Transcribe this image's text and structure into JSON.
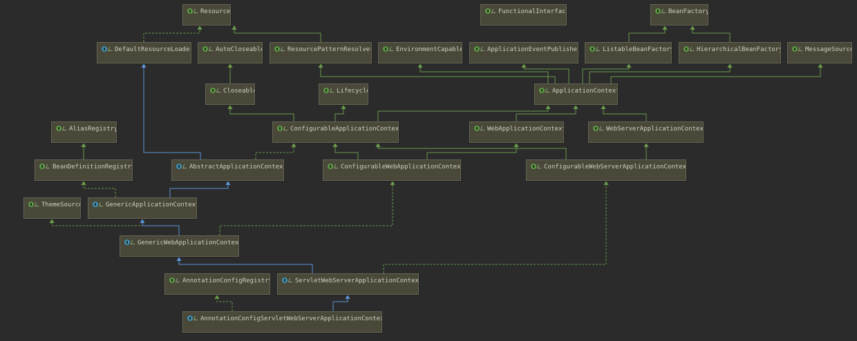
{
  "colors": {
    "background": "#2b2b2b",
    "node_fill": "#4a4839",
    "node_border": "#666556",
    "interface_icon": "#5d9a45",
    "class_icon": "#3f8fb5",
    "implements_edge": "#6a9b4a",
    "extends_edge": "#5b94d6"
  },
  "nodes": [
    {
      "id": "ResourceLoader",
      "label": "ResourceLoader",
      "kind": "interface"
    },
    {
      "id": "FunctionalInterface",
      "label": "FunctionalInterface",
      "kind": "interface"
    },
    {
      "id": "BeanFactory",
      "label": "BeanFactory",
      "kind": "interface"
    },
    {
      "id": "DefaultResourceLoader",
      "label": "DefaultResourceLoader",
      "kind": "class"
    },
    {
      "id": "AutoCloseable",
      "label": "AutoCloseable",
      "kind": "interface"
    },
    {
      "id": "ResourcePatternResolver",
      "label": "ResourcePatternResolver",
      "kind": "interface"
    },
    {
      "id": "EnvironmentCapable",
      "label": "EnvironmentCapable",
      "kind": "interface"
    },
    {
      "id": "ApplicationEventPublisher",
      "label": "ApplicationEventPublisher",
      "kind": "interface"
    },
    {
      "id": "ListableBeanFactory",
      "label": "ListableBeanFactory",
      "kind": "interface"
    },
    {
      "id": "HierarchicalBeanFactory",
      "label": "HierarchicalBeanFactory",
      "kind": "interface"
    },
    {
      "id": "MessageSource",
      "label": "MessageSource",
      "kind": "interface"
    },
    {
      "id": "Closeable",
      "label": "Closeable",
      "kind": "interface"
    },
    {
      "id": "Lifecycle",
      "label": "Lifecycle",
      "kind": "interface"
    },
    {
      "id": "ApplicationContext",
      "label": "ApplicationContext",
      "kind": "interface"
    },
    {
      "id": "AliasRegistry",
      "label": "AliasRegistry",
      "kind": "interface"
    },
    {
      "id": "ConfigurableApplicationContext",
      "label": "ConfigurableApplicationContex",
      "kind": "interface"
    },
    {
      "id": "WebApplicationContext",
      "label": "WebApplicationContext",
      "kind": "interface"
    },
    {
      "id": "WebServerApplicationContext",
      "label": "WebServerApplicationContext",
      "kind": "interface"
    },
    {
      "id": "BeanDefinitionRegistry",
      "label": "BeanDefinitionRegistry",
      "kind": "interface"
    },
    {
      "id": "AbstractApplicationContext",
      "label": "AbstractApplicationContext",
      "kind": "class"
    },
    {
      "id": "ConfigurableWebApplicationContext",
      "label": "ConfigurableWebApplicationContex",
      "kind": "interface"
    },
    {
      "id": "ConfigurableWebServerApplicationContext",
      "label": "ConfigurableWebServerApplicationContex",
      "kind": "interface"
    },
    {
      "id": "ThemeSource",
      "label": "ThemeSource",
      "kind": "interface"
    },
    {
      "id": "GenericApplicationContext",
      "label": "GenericApplicationContext",
      "kind": "class"
    },
    {
      "id": "GenericWebApplicationContext",
      "label": "GenericWebApplicationContext",
      "kind": "class"
    },
    {
      "id": "AnnotationConfigRegistry",
      "label": "AnnotationConfigRegistry",
      "kind": "interface"
    },
    {
      "id": "ServletWebServerApplicationContext",
      "label": "ServletWebServerApplicationContex",
      "kind": "class"
    },
    {
      "id": "AnnotationConfigServletWebServerApplicationContext",
      "label": "AnnotationConfigServletWebServerApplicationContex",
      "kind": "class"
    }
  ],
  "edges": [
    {
      "from": "DefaultResourceLoader",
      "to": "ResourceLoader",
      "type": "implements"
    },
    {
      "from": "ResourcePatternResolver",
      "to": "ResourceLoader",
      "type": "extends-interface"
    },
    {
      "from": "ListableBeanFactory",
      "to": "BeanFactory",
      "type": "extends-interface"
    },
    {
      "from": "HierarchicalBeanFactory",
      "to": "BeanFactory",
      "type": "extends-interface"
    },
    {
      "from": "Closeable",
      "to": "AutoCloseable",
      "type": "extends-interface"
    },
    {
      "from": "ApplicationContext",
      "to": "ResourcePatternResolver",
      "type": "extends-interface"
    },
    {
      "from": "ApplicationContext",
      "to": "EnvironmentCapable",
      "type": "extends-interface"
    },
    {
      "from": "ApplicationContext",
      "to": "ApplicationEventPublisher",
      "type": "extends-interface"
    },
    {
      "from": "ApplicationContext",
      "to": "ListableBeanFactory",
      "type": "extends-interface"
    },
    {
      "from": "ApplicationContext",
      "to": "HierarchicalBeanFactory",
      "type": "extends-interface"
    },
    {
      "from": "ApplicationContext",
      "to": "MessageSource",
      "type": "extends-interface"
    },
    {
      "from": "ConfigurableApplicationContext",
      "to": "Closeable",
      "type": "extends-interface"
    },
    {
      "from": "ConfigurableApplicationContext",
      "to": "Lifecycle",
      "type": "extends-interface"
    },
    {
      "from": "ConfigurableApplicationContext",
      "to": "ApplicationContext",
      "type": "extends-interface"
    },
    {
      "from": "WebApplicationContext",
      "to": "ApplicationContext",
      "type": "extends-interface"
    },
    {
      "from": "WebServerApplicationContext",
      "to": "ApplicationContext",
      "type": "extends-interface"
    },
    {
      "from": "BeanDefinitionRegistry",
      "to": "AliasRegistry",
      "type": "extends-interface"
    },
    {
      "from": "AbstractApplicationContext",
      "to": "DefaultResourceLoader",
      "type": "extends"
    },
    {
      "from": "AbstractApplicationContext",
      "to": "ConfigurableApplicationContext",
      "type": "implements"
    },
    {
      "from": "ConfigurableWebApplicationContext",
      "to": "ConfigurableApplicationContext",
      "type": "extends-interface"
    },
    {
      "from": "ConfigurableWebApplicationContext",
      "to": "WebApplicationContext",
      "type": "extends-interface"
    },
    {
      "from": "ConfigurableWebServerApplicationContext",
      "to": "ConfigurableApplicationContext",
      "type": "extends-interface"
    },
    {
      "from": "ConfigurableWebServerApplicationContext",
      "to": "WebServerApplicationContext",
      "type": "extends-interface"
    },
    {
      "from": "GenericApplicationContext",
      "to": "BeanDefinitionRegistry",
      "type": "implements"
    },
    {
      "from": "GenericApplicationContext",
      "to": "AbstractApplicationContext",
      "type": "extends"
    },
    {
      "from": "GenericWebApplicationContext",
      "to": "ThemeSource",
      "type": "implements"
    },
    {
      "from": "GenericWebApplicationContext",
      "to": "GenericApplicationContext",
      "type": "extends"
    },
    {
      "from": "GenericWebApplicationContext",
      "to": "ConfigurableWebApplicationContext",
      "type": "implements"
    },
    {
      "from": "ServletWebServerApplicationContext",
      "to": "GenericWebApplicationContext",
      "type": "extends"
    },
    {
      "from": "ServletWebServerApplicationContext",
      "to": "ConfigurableWebServerApplicationContext",
      "type": "implements"
    },
    {
      "from": "AnnotationConfigServletWebServerApplicationContext",
      "to": "AnnotationConfigRegistry",
      "type": "implements"
    },
    {
      "from": "AnnotationConfigServletWebServerApplicationContext",
      "to": "ServletWebServerApplicationContext",
      "type": "extends"
    }
  ]
}
